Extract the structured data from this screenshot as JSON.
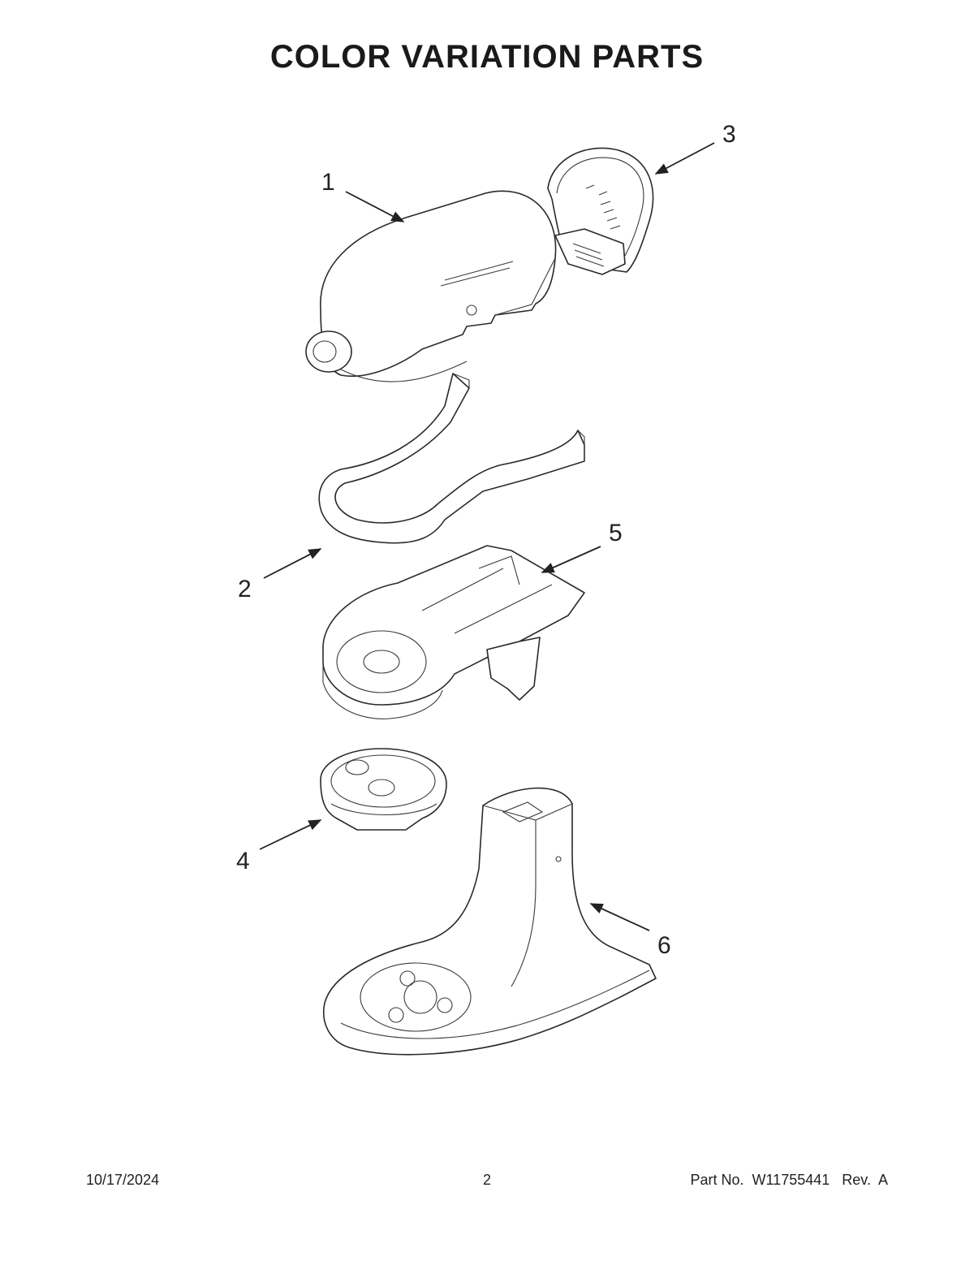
{
  "document": {
    "title": "COLOR VARIATION PARTS",
    "footer": {
      "date": "10/17/2024",
      "page_number": "2",
      "part_label": "Part No.",
      "part_number": "W11755441",
      "revision_label": "Rev.",
      "revision": "A"
    }
  },
  "diagram": {
    "callouts": [
      {
        "id": "1",
        "label": "1",
        "part": "motor-housing"
      },
      {
        "id": "2",
        "label": "2",
        "part": "trim-band"
      },
      {
        "id": "3",
        "label": "3",
        "part": "rear-cover"
      },
      {
        "id": "4",
        "label": "4",
        "part": "bowl-clamp-plate"
      },
      {
        "id": "5",
        "label": "5",
        "part": "base-frame"
      },
      {
        "id": "6",
        "label": "6",
        "part": "pedestal-base"
      }
    ]
  }
}
